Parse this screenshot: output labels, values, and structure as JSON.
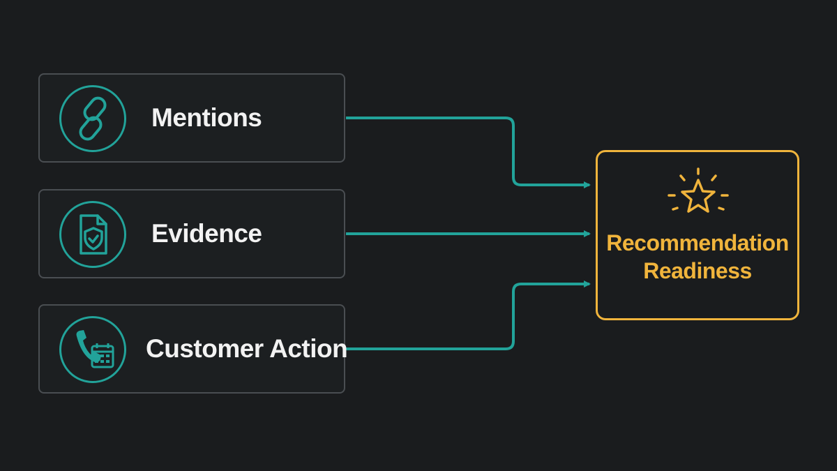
{
  "inputs": [
    {
      "label": "Mentions",
      "icon": "chain-link-icon"
    },
    {
      "label": "Evidence",
      "icon": "shield-document-icon"
    },
    {
      "label": "Customer Action",
      "icon": "phone-calendar-icon"
    }
  ],
  "target": {
    "line1": "Recommendation",
    "line2": "Readiness",
    "icon": "sparkle-star-icon"
  },
  "colors": {
    "background": "#1a1c1e",
    "input_border": "#4a4e52",
    "accent_teal": "#22a39a",
    "accent_gold": "#f0b43c",
    "text": "#f2f2f2"
  }
}
